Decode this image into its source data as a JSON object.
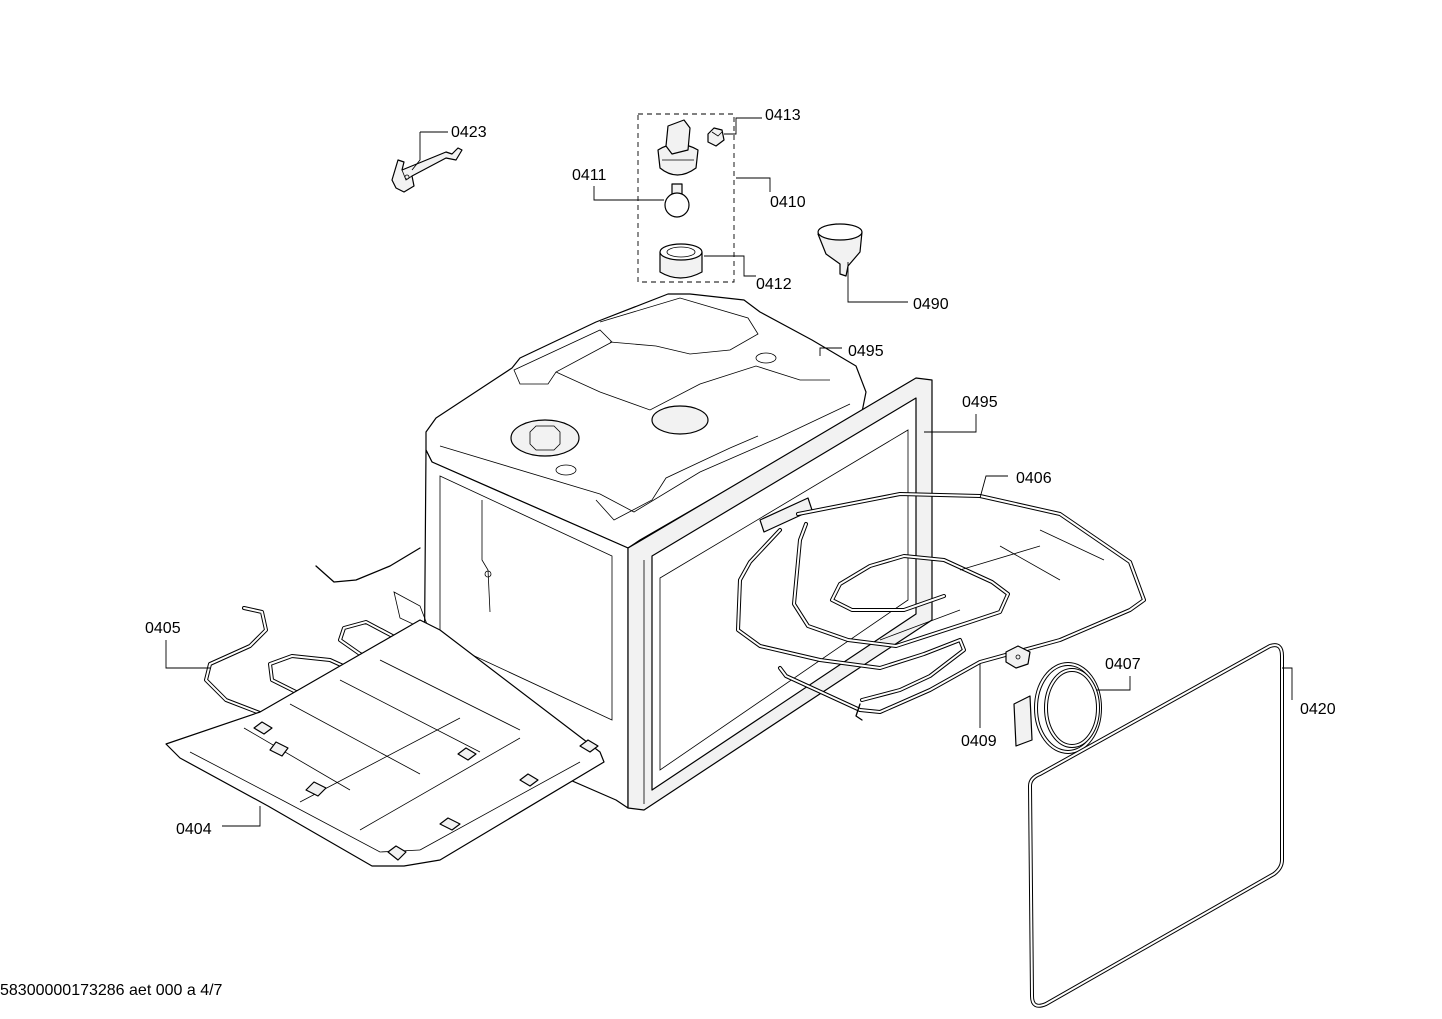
{
  "labels": {
    "p0423": "0423",
    "p0413": "0413",
    "p0411": "0411",
    "p0410": "0410",
    "p0412": "0412",
    "p0490": "0490",
    "p0495_top": "0495",
    "p0495_frame": "0495",
    "p0406": "0406",
    "p0405": "0405",
    "p0407": "0407",
    "p0420": "0420",
    "p0409": "0409",
    "p0404": "0404"
  },
  "footer": "58300000173286 aet 000 a 4/7"
}
